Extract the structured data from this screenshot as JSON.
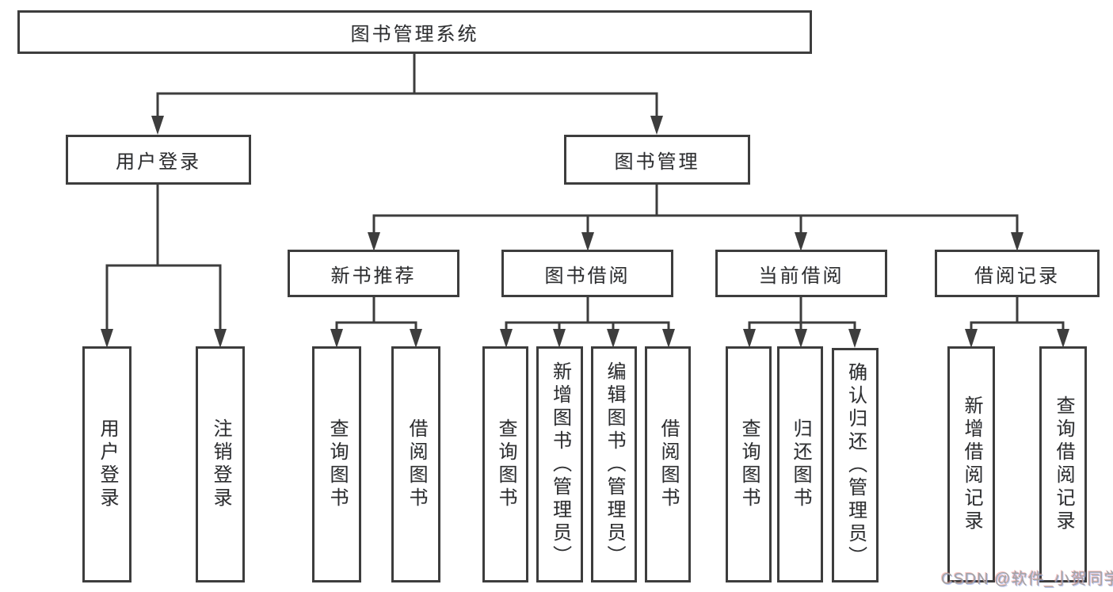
{
  "diagram": {
    "style": {
      "line_color": "#3d3d3d",
      "box_border_color": "#3d3d3d",
      "text_color": "#2e2e2e",
      "background": "#ffffff",
      "watermark_color": "#a3a3a3"
    },
    "watermark": {
      "text": "CSDN @软件_小贺同学"
    },
    "nodes": {
      "root": {
        "label": "图书管理系统"
      },
      "user_login": {
        "label": "用户登录"
      },
      "book_management": {
        "label": "图书管理"
      },
      "new_book_recommend": {
        "label": "新书推荐"
      },
      "book_borrowing": {
        "label": "图书借阅"
      },
      "current_borrowing": {
        "label": "当前借阅"
      },
      "borrowing_records": {
        "label": "借阅记录"
      },
      "login_user_login": {
        "label": "用户登录"
      },
      "login_logout": {
        "label": "注销登录"
      },
      "recommend_query_books": {
        "label": "查询图书"
      },
      "recommend_borrow_books": {
        "label": "借阅图书"
      },
      "borrow_query_books": {
        "label": "查询图书"
      },
      "borrow_add_books": {
        "label": "新增图书（管理员）"
      },
      "borrow_edit_books": {
        "label": "编辑图书（管理员）"
      },
      "borrow_borrow_books": {
        "label": "借阅图书"
      },
      "current_query_books": {
        "label": "查询图书"
      },
      "current_return_books": {
        "label": "归还图书"
      },
      "current_confirm_return": {
        "label": "确认归还（管理员）"
      },
      "records_add_record": {
        "label": "新增借阅记录"
      },
      "records_query_record": {
        "label": "查询借阅记录"
      }
    }
  }
}
